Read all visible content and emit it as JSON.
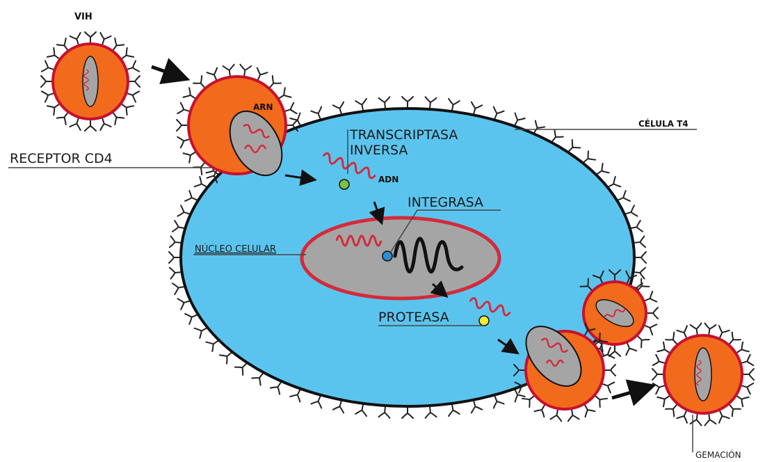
{
  "labels": {
    "vih": "VIH",
    "celula_t4": "CÉLULA T4",
    "arn": "ARN",
    "adn": "ADN",
    "receptor_cd4": "RECEPTOR CD4",
    "transcriptasa_1": "TRANSCRIPTASA",
    "transcriptasa_2": "INVERSA",
    "integrasa": "INTEGRASA",
    "nucleo": "NÚCLEO CELULAR",
    "proteasa": "PROTEASA",
    "gemacion": "GEMACIÓN"
  },
  "colors": {
    "cell": "#5bc4ee",
    "virus_fill": "#f26a1b",
    "virus_ring": "#c8102e",
    "capsid": "#a5a5a5",
    "rna": "#d42a3a",
    "dna": "#111111",
    "enzyme_green": "#7dc242",
    "enzyme_blue": "#2c8fd1",
    "enzyme_yellow": "#f4ea3a"
  },
  "icons": {
    "receptor": "receptor-icon",
    "arrow": "arrow-icon",
    "enzyme": "enzyme-dot-icon"
  }
}
